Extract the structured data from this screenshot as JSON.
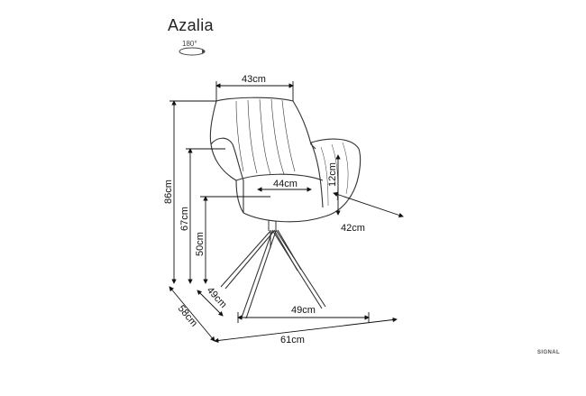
{
  "product": {
    "name": "Azalia",
    "rotation_label": "180°"
  },
  "dimensions": {
    "top_width": "43cm",
    "armrest_height": "12cm",
    "seat_width": "44cm",
    "arm_depth": "42cm",
    "total_height": "86cm",
    "arm_height": "67cm",
    "seat_height": "50cm",
    "seat_depth": "49cm",
    "base_width": "49cm",
    "total_depth": "58cm",
    "total_width": "61cm"
  },
  "brand": {
    "logo_text": "SIGNAL"
  },
  "colors": {
    "line": "#111111",
    "chair_line": "#333333"
  }
}
